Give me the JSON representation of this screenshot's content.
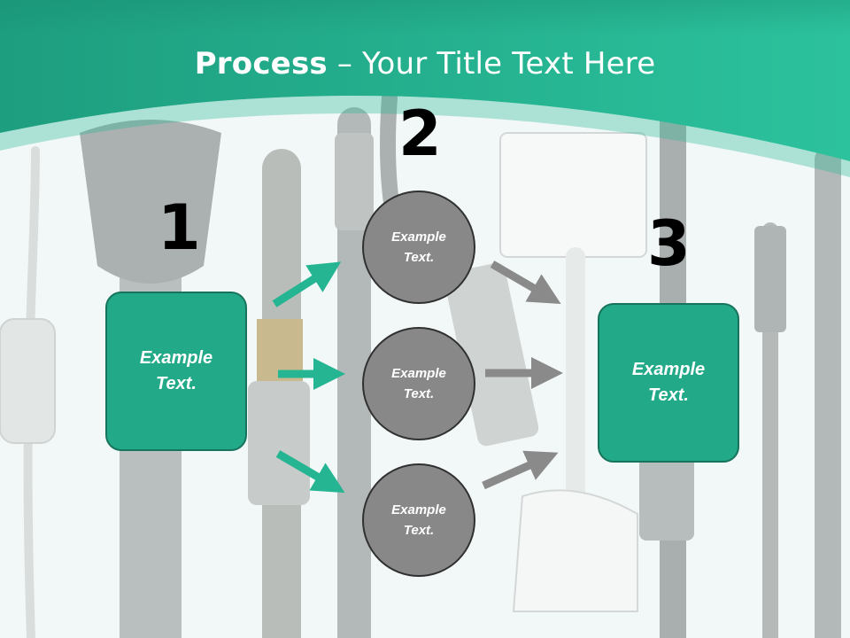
{
  "title": {
    "bold": "Process",
    "rest": " – Your Title Text Here"
  },
  "steps": [
    {
      "number": "1",
      "box_text": "Example\nText."
    },
    {
      "number": "2",
      "circles": [
        "Example\nText.",
        "Example\nText.",
        "Example\nText."
      ]
    },
    {
      "number": "3",
      "box_text": "Example\nText."
    }
  ],
  "colors": {
    "header": "#25b592",
    "box": "#22a988",
    "circle": "#888888",
    "arrow_green": "#25b592",
    "arrow_grey": "#8a8a8a"
  }
}
